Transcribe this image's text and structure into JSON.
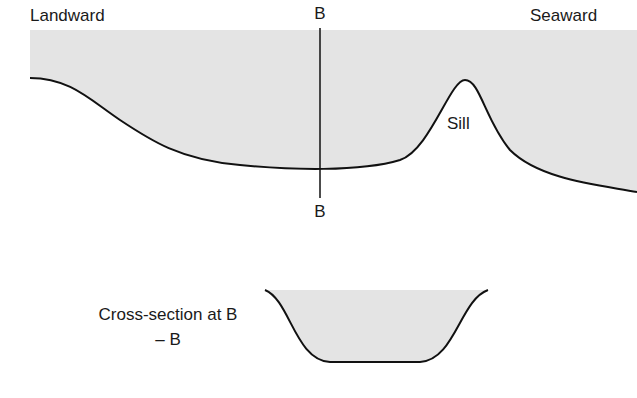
{
  "diagram": {
    "labels": [
      "Landward",
      "Seaward",
      "B",
      "B",
      "Sill",
      "Cross-section at B – B"
    ]
  }
}
